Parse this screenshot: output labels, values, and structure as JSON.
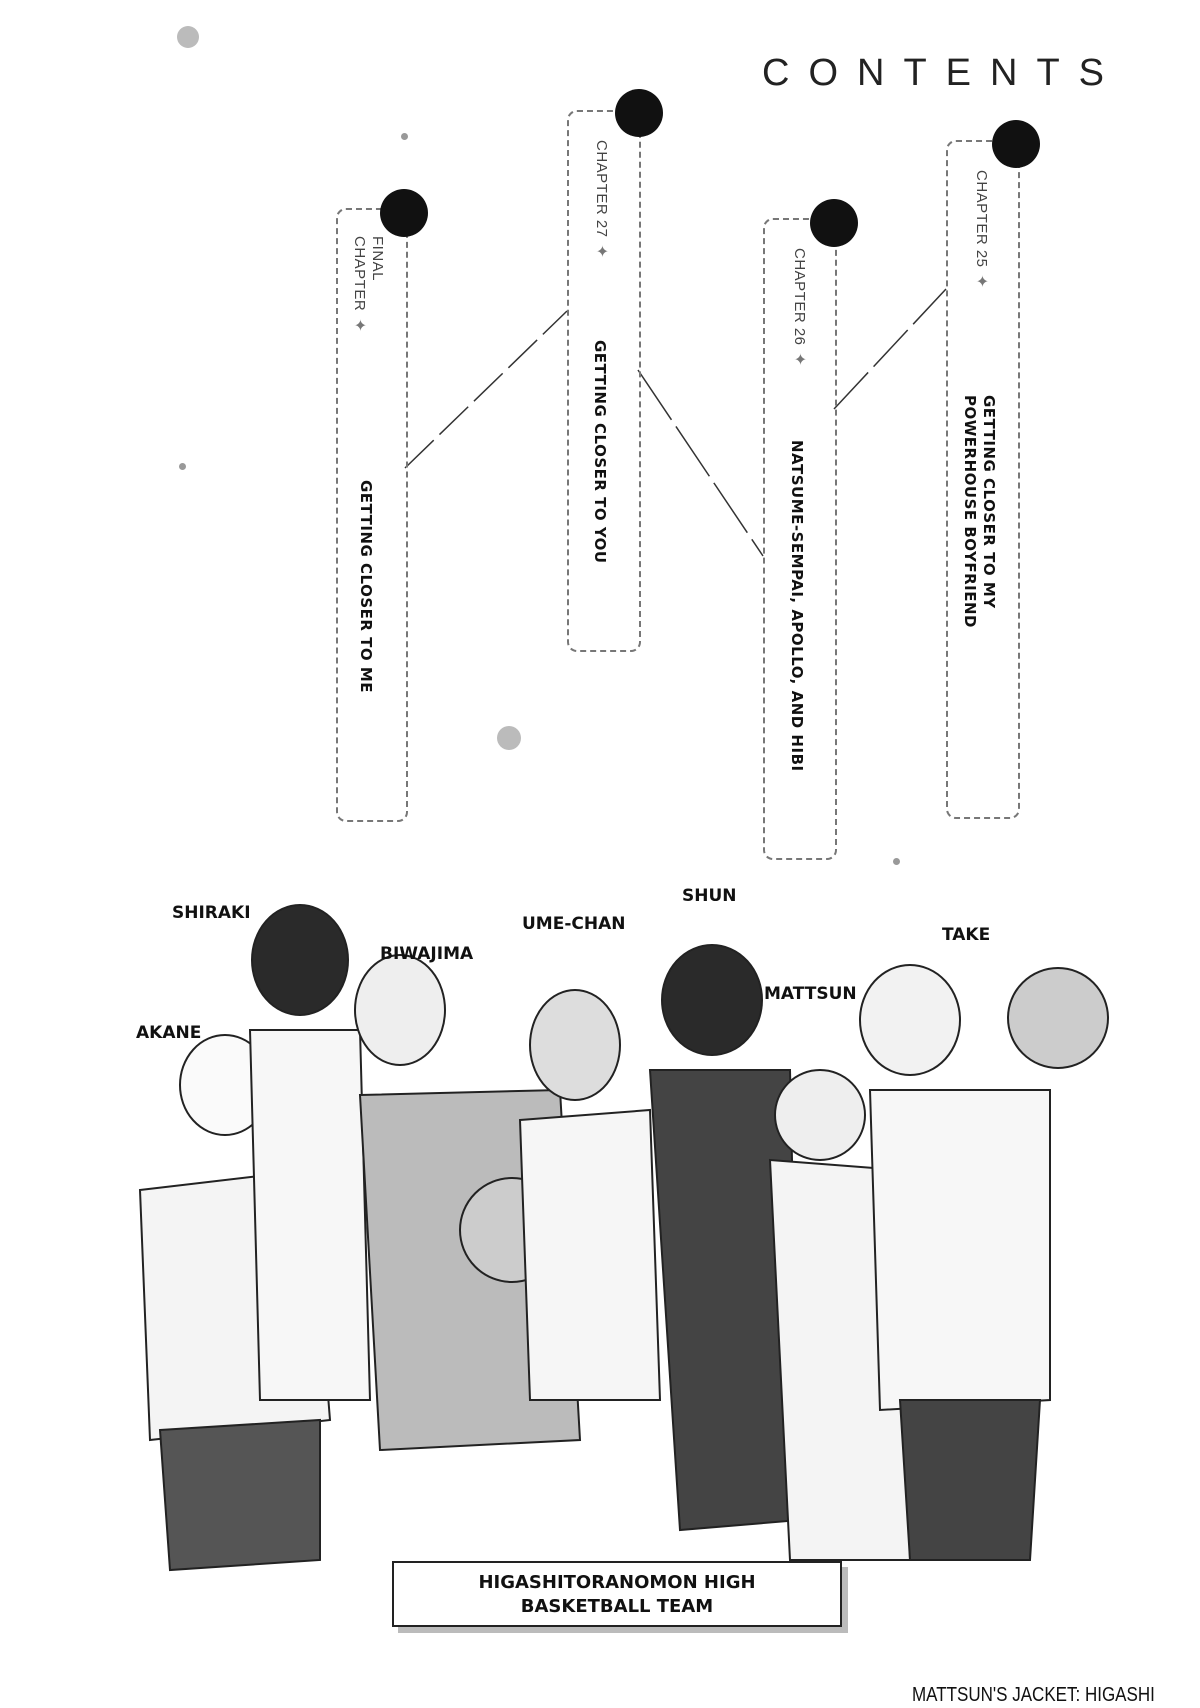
{
  "contents_title": "CONTENTS",
  "chapters": [
    {
      "label": "FINAL CHAPTER",
      "title": "GETTING CLOSER TO ME"
    },
    {
      "label": "CHAPTER 27",
      "title": "GETTING CLOSER TO YOU"
    },
    {
      "label": "CHAPTER 26",
      "title": "NATSUME-SEMPAI, APOLLO, AND HIBI"
    },
    {
      "label": "CHAPTER 25",
      "title": "GETTING CLOSER TO MY POWERHOUSE BOYFRIEND"
    }
  ],
  "star_glyph": "✦",
  "characters": [
    "SHIRAKI",
    "BIWAJIMA",
    "UME-CHAN",
    "SHUN",
    "MATTSUN",
    "TAKE",
    "AKANE"
  ],
  "banner": {
    "line1": "HIGASHITORANOMON HIGH",
    "line2": "BASKETBALL TEAM"
  },
  "footnote": "MATTSUN'S JACKET: HIGASHI"
}
